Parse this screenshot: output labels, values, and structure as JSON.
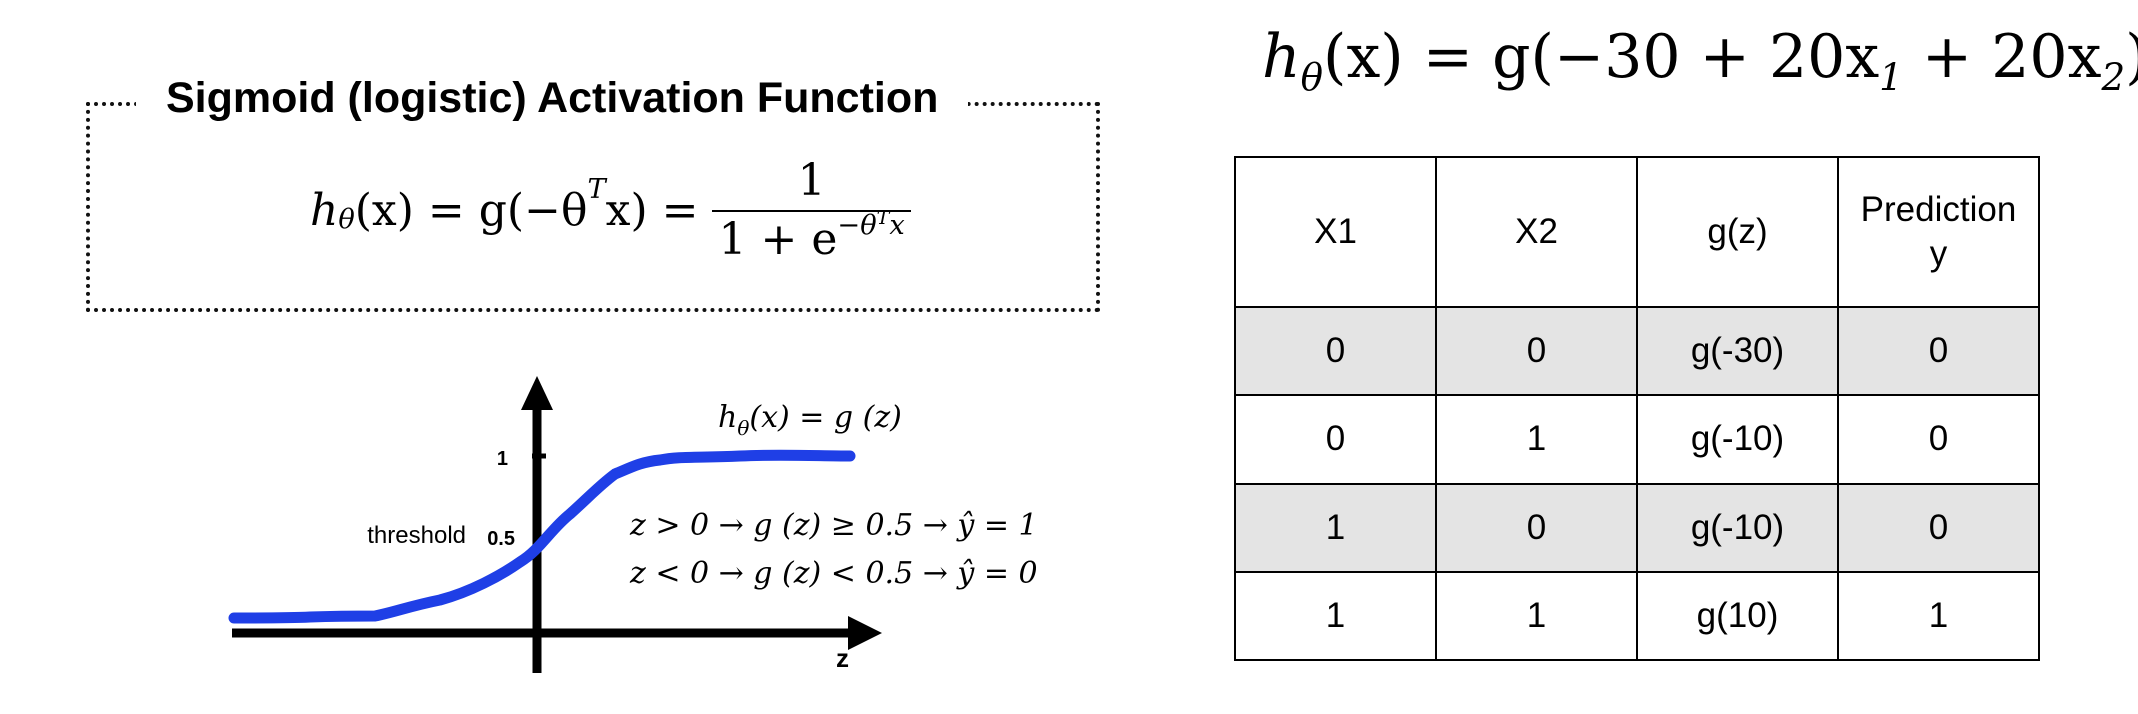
{
  "left_panel": {
    "title": "Sigmoid (logistic) Activation Function",
    "formula": {
      "h": "h",
      "theta_sub": "θ",
      "x_arg": "(x) = g(−θ",
      "T": "T",
      "x_end": "x) =",
      "numerator": "1",
      "den_base": "1 + e",
      "den_exp": "−θ",
      "den_exp_T": "T",
      "den_exp_x": "x"
    }
  },
  "graph": {
    "y_tick_1": "1",
    "y_tick_05": "0.5",
    "threshold_label": "threshold",
    "x_axis_label": "z",
    "curve_label": "h",
    "curve_label_sub": "θ",
    "curve_label_rest": "(x) = g (z)",
    "rule_1": "z > 0 → g (z) ≥ 0.5 → ŷ = 1",
    "rule_2": "z < 0 → g (z) < 0.5 → ŷ = 0",
    "curve_color": "#1f3fe6"
  },
  "right_formula": {
    "h": "h",
    "theta_sub": "θ",
    "body_1": "(x) = g(−30 + 20x",
    "sub_1": "1",
    "body_2": " + 20x",
    "sub_2": "2",
    "body_3": ")"
  },
  "table": {
    "headers": [
      "X1",
      "X2",
      "g(z)",
      "Prediction",
      "y"
    ],
    "rows": [
      [
        "0",
        "0",
        "g(-30)",
        "0"
      ],
      [
        "0",
        "1",
        "g(-10)",
        "0"
      ],
      [
        "1",
        "0",
        "g(-10)",
        "0"
      ],
      [
        "1",
        "1",
        "g(10)",
        "1"
      ]
    ],
    "striped_row_color": "#e4e4e4"
  }
}
